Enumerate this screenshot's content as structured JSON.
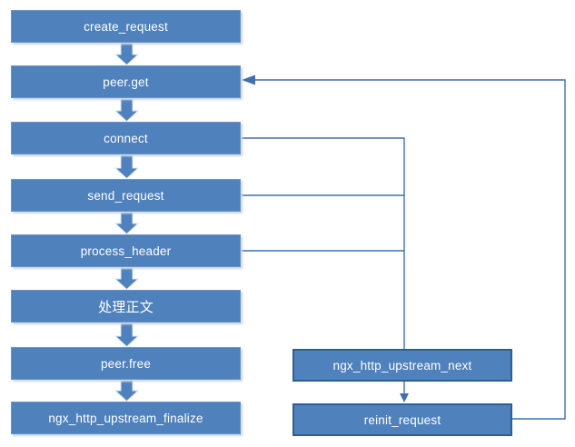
{
  "diagram": {
    "description": "nginx http upstream module call flow",
    "colors": {
      "node_fill": "#4f81bd",
      "node_text": "#ffffff",
      "right_node_border": "#2e5e94",
      "connector_line": "#3f6fad",
      "block_arrow_fill": "#4f81bd",
      "block_arrow_outline": "#dbe5f1",
      "background": "#ffffff"
    },
    "nodes": [
      {
        "id": "create_request",
        "label": "create_request",
        "column": "left"
      },
      {
        "id": "peer_get",
        "label": "peer.get",
        "column": "left"
      },
      {
        "id": "connect",
        "label": "connect",
        "column": "left"
      },
      {
        "id": "send_request",
        "label": "send_request",
        "column": "left"
      },
      {
        "id": "process_header",
        "label": "process_header",
        "column": "left"
      },
      {
        "id": "process_body",
        "label": "处理正文",
        "column": "left"
      },
      {
        "id": "peer_free",
        "label": "peer.free",
        "column": "left"
      },
      {
        "id": "upstream_finalize",
        "label": "ngx_http_upstream_finalize",
        "column": "left"
      },
      {
        "id": "upstream_next",
        "label": "ngx_http_upstream_next",
        "column": "right"
      },
      {
        "id": "reinit_request",
        "label": "reinit_request",
        "column": "right"
      }
    ],
    "edges": [
      {
        "from": "create_request",
        "to": "peer_get",
        "style": "block-arrow"
      },
      {
        "from": "peer_get",
        "to": "connect",
        "style": "block-arrow"
      },
      {
        "from": "connect",
        "to": "send_request",
        "style": "block-arrow"
      },
      {
        "from": "send_request",
        "to": "process_header",
        "style": "block-arrow"
      },
      {
        "from": "process_header",
        "to": "process_body",
        "style": "block-arrow"
      },
      {
        "from": "process_body",
        "to": "peer_free",
        "style": "block-arrow"
      },
      {
        "from": "peer_free",
        "to": "upstream_finalize",
        "style": "block-arrow"
      },
      {
        "from": "connect",
        "to": "upstream_next",
        "style": "line"
      },
      {
        "from": "send_request",
        "to": "upstream_next",
        "style": "line"
      },
      {
        "from": "process_header",
        "to": "upstream_next",
        "style": "line"
      },
      {
        "from": "upstream_next",
        "to": "reinit_request",
        "style": "line-arrow"
      },
      {
        "from": "reinit_request",
        "to": "peer_get",
        "style": "line-arrow"
      }
    ]
  }
}
